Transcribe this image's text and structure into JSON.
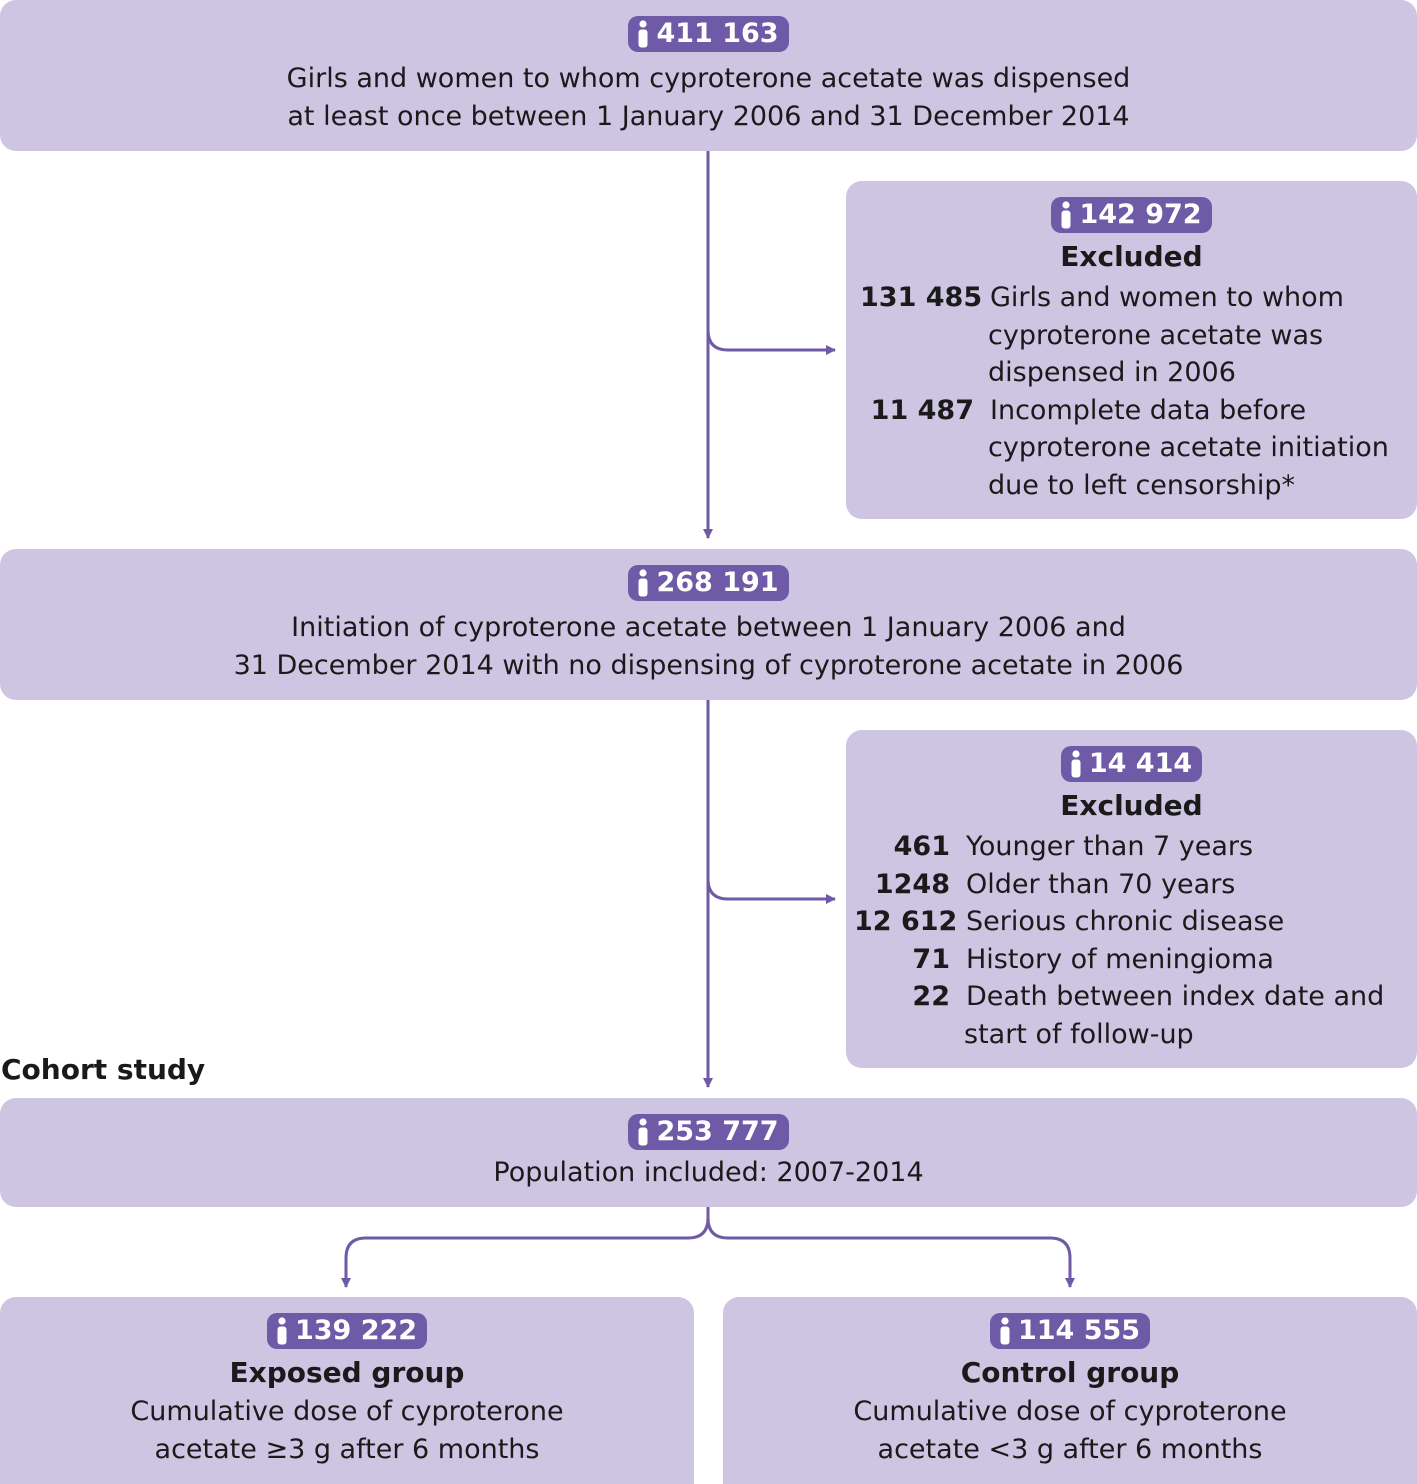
{
  "box1": {
    "count": "411 163",
    "line1": "Girls and women to whom cyproterone acetate was dispensed",
    "line2": "at least once between 1 January 2006 and 31 December 2014"
  },
  "excluded1": {
    "count": "142 972",
    "heading": "Excluded",
    "items": [
      {
        "n": "131 485",
        "text": "Girls and women to whom",
        "cont": [
          "cyproterone acetate was",
          "dispensed in 2006"
        ]
      },
      {
        "n": "11 487",
        "text": "Incomplete data before",
        "cont": [
          "cyproterone acetate initiation",
          "due to left censorship*"
        ]
      }
    ]
  },
  "box2": {
    "count": "268 191",
    "line1": "Initiation of cyproterone acetate between 1 January 2006 and",
    "line2": "31 December 2014 with no dispensing of cyproterone acetate in 2006"
  },
  "excluded2": {
    "count": "14 414",
    "heading": "Excluded",
    "items": [
      {
        "n": "461",
        "text": "Younger than 7 years"
      },
      {
        "n": "1248",
        "text": "Older than 70 years"
      },
      {
        "n": "12 612",
        "text": "Serious chronic disease"
      },
      {
        "n": "71",
        "text": "History of meningioma"
      },
      {
        "n": "22",
        "text": "Death between index date and",
        "cont": [
          "start of follow-up"
        ]
      }
    ]
  },
  "cohort_label": "Cohort study",
  "box3": {
    "count": "253 777",
    "line1": "Population included: 2007-2014"
  },
  "exposed": {
    "count": "139 222",
    "heading": "Exposed group",
    "line1": "Cumulative dose of cyproterone",
    "line2": "acetate ≥3 g after 6 months"
  },
  "control": {
    "count": "114 555",
    "heading": "Control group",
    "line1": "Cumulative dose of cyproterone",
    "line2": "acetate <3 g after 6 months"
  },
  "colors": {
    "box": "#cdc5e2",
    "badge": "#6e5aa6",
    "line": "#6e5aa6"
  },
  "icons": {
    "badge": "person-icon"
  }
}
